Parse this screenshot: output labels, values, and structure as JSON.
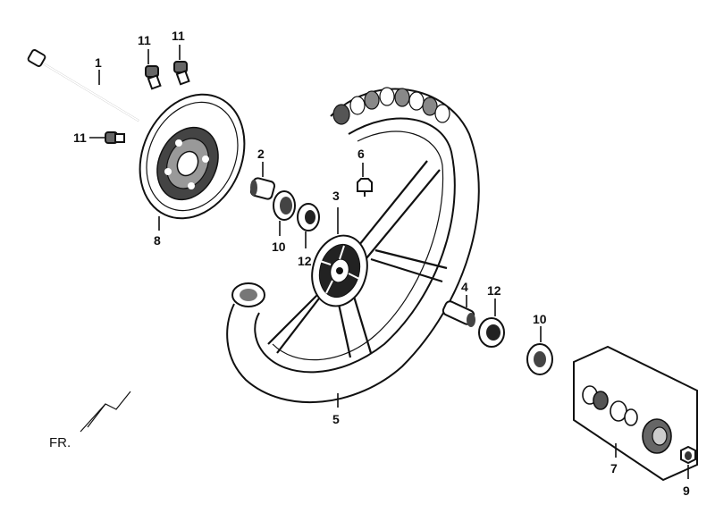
{
  "diagram": {
    "orientation_label": "FR.",
    "callouts": {
      "axle": "1",
      "spacer_left": "2",
      "hub": "3",
      "spacer_right": "4",
      "tire_rim": "5",
      "valve": "6",
      "speedo_gear_box": "7",
      "brake_disc": "8",
      "nut": "9",
      "oil_seal_left": "10",
      "oil_seal_right": "10",
      "bolt_top_left": "11",
      "bolt_top_right": "11",
      "bolt_left": "11",
      "bearing_left": "12",
      "bearing_right": "12"
    }
  }
}
